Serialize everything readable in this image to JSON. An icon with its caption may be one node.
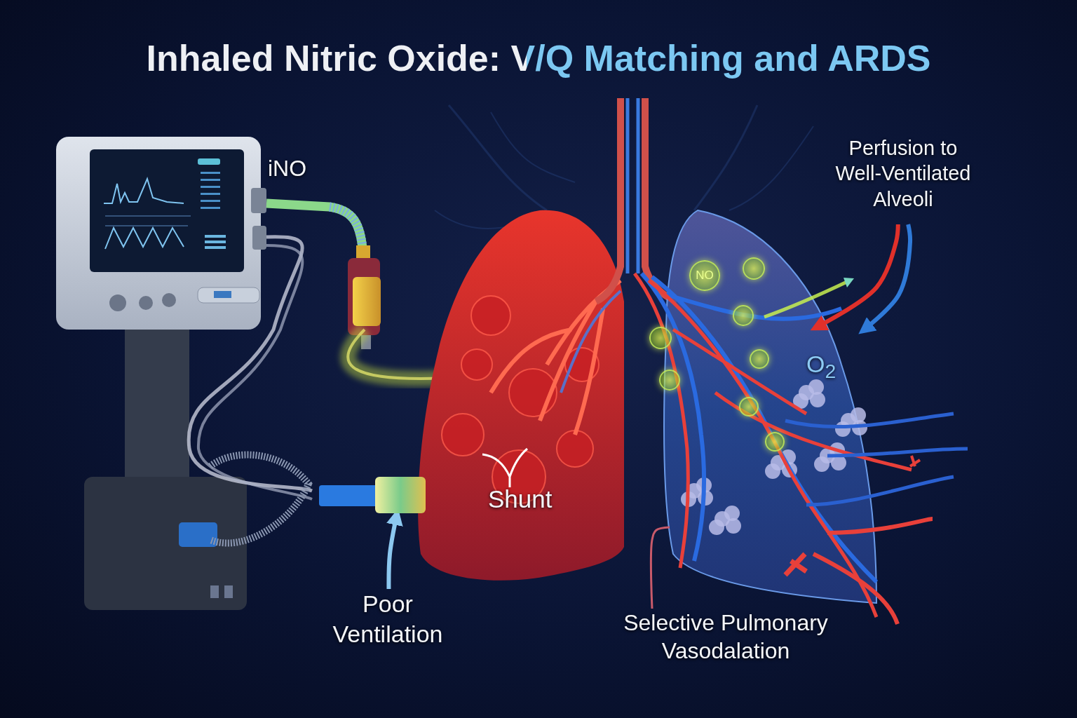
{
  "diagram": {
    "title": "Inhaled Nitric Oxide: V/Q Matching and ARDS",
    "nodes": [
      {
        "text": [
          "Perfusion to Well-Ventilated Alveoli"
        ]
      },
      {
        "text": [
          "NO"
        ]
      },
      {
        "text": [],
        "shape": "circle"
      },
      {
        "text": [],
        "shape": "circle"
      },
      {
        "text": [],
        "shape": "circle"
      },
      {
        "text": [],
        "shape": "circle"
      },
      {
        "text": [],
        "shape": "circle"
      },
      {
        "text": [],
        "shape": "circle"
      },
      {
        "text": [],
        "shape": "circle"
      },
      {
        "text": [
          "Poor Ventilation"
        ]
      },
      {
        "text": [
          "Selective Pulmonary Vasodalation"
        ]
      },
      {
        "text": [],
        "shape": "box"
      }
    ],
    "edges": [
      {
        "from": 0,
        "to": null,
        "arrow": "to",
        "color": "#e0302a"
      },
      {
        "from": 0,
        "to": null,
        "arrow": "to",
        "color": "#2f7ad8"
      },
      {
        "from": 9,
        "to": 11,
        "arrow": "to",
        "color": "#8cc8f0"
      },
      {
        "from": 10,
        "to": null,
        "arrow": "none",
        "color": "#c85a6a"
      }
    ],
    "labels": [
      "iNO",
      "O$_{2}$",
      "Shunt"
    ]
  }
}
